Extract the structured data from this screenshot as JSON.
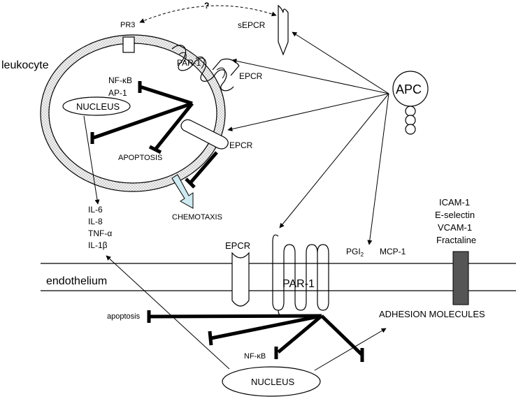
{
  "labels": {
    "question": "?",
    "pr3": "PR3",
    "sepcr": "sEPCR",
    "leukocyte": "leukocyte",
    "par1_leuk": "PAR-1",
    "epcr_leuk_top": "EPCR",
    "nfkb_leuk": "NF-κB",
    "ap1": "AP-1",
    "nucleus_leuk": "NUCLEUS",
    "apoptosis_leuk": "APOPTOSIS",
    "epcr_leuk_bottom": "EPCR",
    "apc": "APC",
    "chemotaxis": "CHEMOTAXIS",
    "il6": "IL-6",
    "il8": "IL-8",
    "tnfa": "TNF-α",
    "il1b": "IL-1β",
    "icam1": "ICAM-1",
    "eselectin": "E-selectin",
    "vcam1": "VCAM-1",
    "fractaline": "Fractaline",
    "epcr_endo": "EPCR",
    "pgi": "PGI",
    "pgi_sub": "2",
    "mcp1": "MCP-1",
    "endothelium": "endothelium",
    "par1_endo": "PAR-1",
    "apoptosis_endo": "apoptosis",
    "adhesion": "ADHESION MOLECULES",
    "nfkb_endo": "NF-κB",
    "nucleus_endo": "NUCLEUS"
  },
  "colors": {
    "membrane_fill": "#e3e3e3",
    "chemotaxis_arrow": "#cfeaf0",
    "adhesion_block": "#555555"
  }
}
